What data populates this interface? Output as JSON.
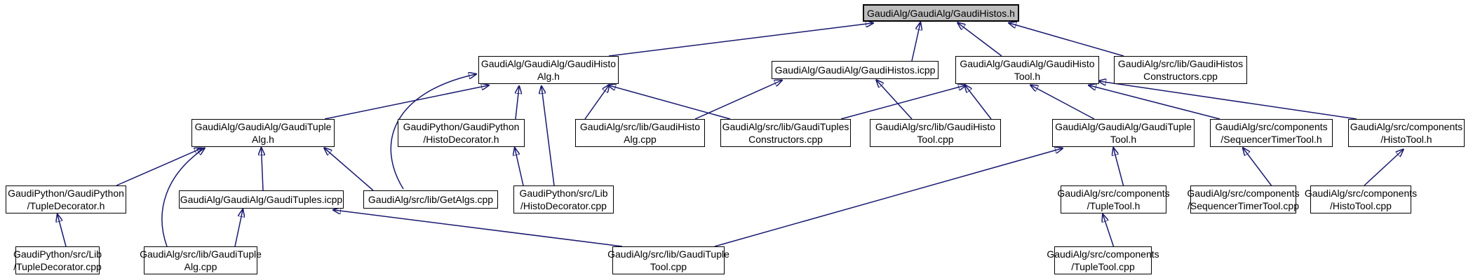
{
  "diagram": {
    "kind": "include-dependency-graph",
    "root_file": "GaudiAlg/GaudiAlg/GaudiHistos.h",
    "colors": {
      "edge": "#191970",
      "node_border": "#000000",
      "node_fill": "#ffffff",
      "root_fill": "#bdbdbd",
      "background": "#ffffff",
      "text": "#000000"
    },
    "nodes": [
      {
        "id": "root",
        "lines": [
          "GaudiAlg/GaudiAlg/GaudiHistos.h"
        ],
        "highlighted": true
      },
      {
        "id": "hist_alg_h",
        "lines": [
          "GaudiAlg/GaudiAlg/GaudiHisto",
          "Alg.h"
        ],
        "highlighted": false
      },
      {
        "id": "histos_icpp",
        "lines": [
          "GaudiAlg/GaudiAlg/GaudiHistos.icpp"
        ],
        "highlighted": false
      },
      {
        "id": "histo_tool_h",
        "lines": [
          "GaudiAlg/GaudiAlg/GaudiHisto",
          "Tool.h"
        ],
        "highlighted": false
      },
      {
        "id": "histos_ctors",
        "lines": [
          "GaudiAlg/src/lib/GaudiHistos",
          "Constructors.cpp"
        ],
        "highlighted": false
      },
      {
        "id": "tuple_alg_h",
        "lines": [
          "GaudiAlg/GaudiAlg/GaudiTuple",
          "Alg.h"
        ],
        "highlighted": false
      },
      {
        "id": "py_histodec_h",
        "lines": [
          "GaudiPython/GaudiPython",
          "/HistoDecorator.h"
        ],
        "highlighted": false
      },
      {
        "id": "histo_alg_cpp",
        "lines": [
          "GaudiAlg/src/lib/GaudiHisto",
          "Alg.cpp"
        ],
        "highlighted": false
      },
      {
        "id": "tuples_ctors",
        "lines": [
          "GaudiAlg/src/lib/GaudiTuples",
          "Constructors.cpp"
        ],
        "highlighted": false
      },
      {
        "id": "histo_tool_cpp",
        "lines": [
          "GaudiAlg/src/lib/GaudiHisto",
          "Tool.cpp"
        ],
        "highlighted": false
      },
      {
        "id": "tuple_tool_h",
        "lines": [
          "GaudiAlg/GaudiAlg/GaudiTuple",
          "Tool.h"
        ],
        "highlighted": false
      },
      {
        "id": "seqtimer_h",
        "lines": [
          "GaudiAlg/src/components",
          "/SequencerTimerTool.h"
        ],
        "highlighted": false
      },
      {
        "id": "comp_histotool_h",
        "lines": [
          "GaudiAlg/src/components",
          "/HistoTool.h"
        ],
        "highlighted": false
      },
      {
        "id": "py_tupledec_h",
        "lines": [
          "GaudiPython/GaudiPython",
          "/TupleDecorator.h"
        ],
        "highlighted": false
      },
      {
        "id": "tuples_icpp",
        "lines": [
          "GaudiAlg/GaudiAlg/GaudiTuples.icpp"
        ],
        "highlighted": false
      },
      {
        "id": "getalgs_cpp",
        "lines": [
          "GaudiAlg/src/lib/GetAlgs.cpp"
        ],
        "highlighted": false
      },
      {
        "id": "py_histodec_cpp",
        "lines": [
          "GaudiPython/src/Lib",
          "/HistoDecorator.cpp"
        ],
        "highlighted": false
      },
      {
        "id": "comp_tupletool_h",
        "lines": [
          "GaudiAlg/src/components",
          "/TupleTool.h"
        ],
        "highlighted": false
      },
      {
        "id": "seqtimer_cpp",
        "lines": [
          "GaudiAlg/src/components",
          "/SequencerTimerTool.cpp"
        ],
        "highlighted": false
      },
      {
        "id": "comp_histotool_cpp",
        "lines": [
          "GaudiAlg/src/components",
          "/HistoTool.cpp"
        ],
        "highlighted": false
      },
      {
        "id": "py_tupledec_cpp",
        "lines": [
          "GaudiPython/src/Lib",
          "/TupleDecorator.cpp"
        ],
        "highlighted": false
      },
      {
        "id": "tuplealg_cpp",
        "lines": [
          "GaudiAlg/src/lib/GaudiTuple",
          "Alg.cpp"
        ],
        "highlighted": false
      },
      {
        "id": "tupletool_cpp",
        "lines": [
          "GaudiAlg/src/lib/GaudiTuple",
          "Tool.cpp"
        ],
        "highlighted": false
      },
      {
        "id": "comp_tupletool_cpp",
        "lines": [
          "GaudiAlg/src/components",
          "/TupleTool.cpp"
        ],
        "highlighted": false
      }
    ],
    "edges": [
      {
        "from": "hist_alg_h",
        "to": "root"
      },
      {
        "from": "histos_icpp",
        "to": "root"
      },
      {
        "from": "histo_tool_h",
        "to": "root"
      },
      {
        "from": "histos_ctors",
        "to": "root"
      },
      {
        "from": "tuple_alg_h",
        "to": "hist_alg_h"
      },
      {
        "from": "py_histodec_h",
        "to": "hist_alg_h"
      },
      {
        "from": "histo_alg_cpp",
        "to": "hist_alg_h"
      },
      {
        "from": "getalgs_cpp",
        "to": "hist_alg_h"
      },
      {
        "from": "py_histodec_cpp",
        "to": "hist_alg_h"
      },
      {
        "from": "tuples_ctors",
        "to": "hist_alg_h"
      },
      {
        "from": "histo_alg_cpp",
        "to": "histos_icpp"
      },
      {
        "from": "histo_tool_cpp",
        "to": "histos_icpp"
      },
      {
        "from": "histo_tool_cpp",
        "to": "histo_tool_h"
      },
      {
        "from": "tuple_tool_h",
        "to": "histo_tool_h"
      },
      {
        "from": "seqtimer_h",
        "to": "histo_tool_h"
      },
      {
        "from": "comp_histotool_h",
        "to": "histo_tool_h"
      },
      {
        "from": "tuples_ctors",
        "to": "histo_tool_h"
      },
      {
        "from": "py_tupledec_h",
        "to": "tuple_alg_h"
      },
      {
        "from": "tuples_icpp",
        "to": "tuple_alg_h"
      },
      {
        "from": "tuplealg_cpp",
        "to": "tuple_alg_h"
      },
      {
        "from": "getalgs_cpp",
        "to": "tuple_alg_h"
      },
      {
        "from": "py_histodec_cpp",
        "to": "py_histodec_h"
      },
      {
        "from": "py_tupledec_cpp",
        "to": "py_tupledec_h"
      },
      {
        "from": "tuplealg_cpp",
        "to": "tuples_icpp"
      },
      {
        "from": "tupletool_cpp",
        "to": "tuples_icpp"
      },
      {
        "from": "tupletool_cpp",
        "to": "tuple_tool_h"
      },
      {
        "from": "comp_tupletool_h",
        "to": "tuple_tool_h"
      },
      {
        "from": "seqtimer_cpp",
        "to": "seqtimer_h"
      },
      {
        "from": "comp_histotool_cpp",
        "to": "comp_histotool_h"
      },
      {
        "from": "comp_tupletool_cpp",
        "to": "comp_tupletool_h"
      }
    ]
  }
}
